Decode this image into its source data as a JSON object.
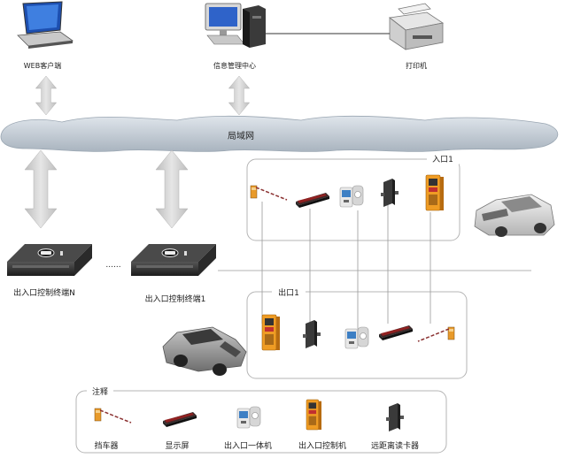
{
  "top": {
    "web_client": "WEB客户端",
    "info_center": "信息管理中心",
    "printer": "打印机"
  },
  "network": {
    "lan": "局域网"
  },
  "terminals": {
    "terminal_n": "出入口控制终端N",
    "terminal_1": "出入口控制终端1",
    "ellipsis": "......"
  },
  "zones": {
    "entrance": "入口1",
    "exit": "出口1"
  },
  "legend": {
    "title": "注释",
    "items": [
      "挡车器",
      "显示屏",
      "出入口一体机",
      "出入口控制机",
      "远距离读卡器"
    ]
  },
  "colors": {
    "arrow": "#c8c8c8",
    "cloud": "#b9c3cd",
    "box_border": "#aaaaaa",
    "orange": "#f0a020"
  }
}
